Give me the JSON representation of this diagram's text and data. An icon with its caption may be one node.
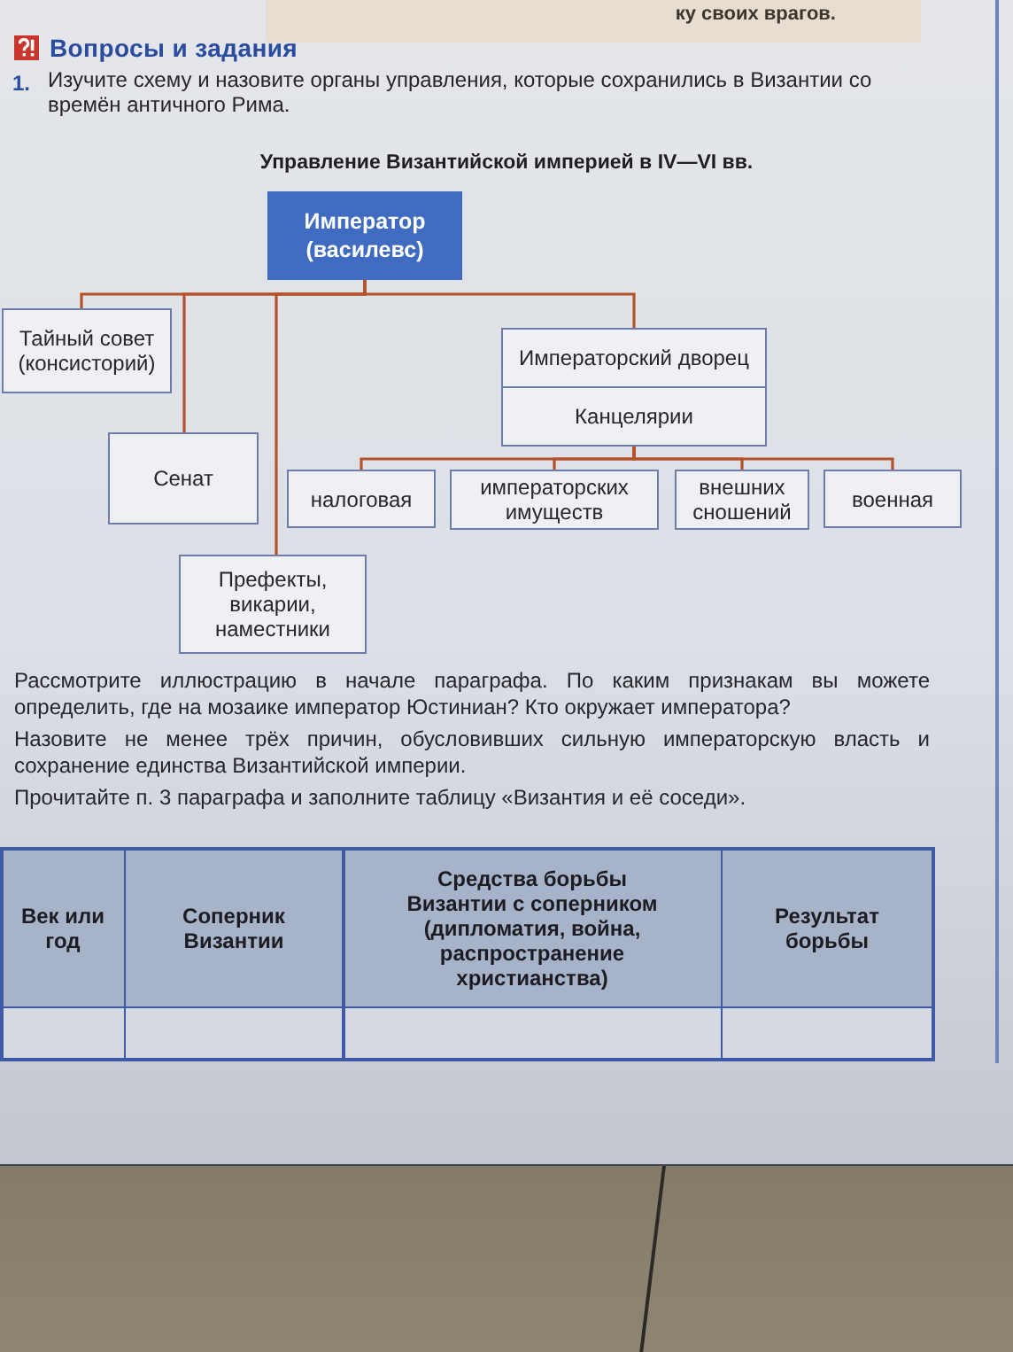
{
  "diagram": {
    "title": "Управление Византийской империей в IV—VI вв.",
    "nodes": [
      {
        "text": [
          "Император (василевс)"
        ]
      },
      {
        "text": [
          "Тайный совет (консисторий)"
        ]
      },
      {
        "text": [
          "Сенат"
        ]
      },
      {
        "text": [
          "Префекты, викарии, наместники"
        ]
      },
      {
        "text": [
          "Императорский дворец",
          "Канцелярии"
        ]
      },
      {
        "text": [
          "налоговая"
        ]
      },
      {
        "text": [
          "императорских имуществ"
        ]
      },
      {
        "text": [
          "внешних сношений"
        ]
      },
      {
        "text": [
          "военная"
        ]
      }
    ],
    "edges": [
      {
        "from": 0,
        "to": 1,
        "arrow": "none"
      },
      {
        "from": 0,
        "to": 2,
        "arrow": "none"
      },
      {
        "from": 0,
        "to": 3,
        "arrow": "none"
      },
      {
        "from": 0,
        "to": 4,
        "arrow": "none"
      },
      {
        "from": 4,
        "to": 5,
        "arrow": "none"
      },
      {
        "from": 4,
        "to": 6,
        "arrow": "none"
      },
      {
        "from": 4,
        "to": 7,
        "arrow": "none"
      },
      {
        "from": 4,
        "to": 8,
        "arrow": "none"
      }
    ],
    "labels": [
      "ку своих врагов.",
      "Вопросы и задания",
      "1.",
      "Изучите схему и назовите органы управления, которые сохранились в Византии со времён античного Рима.",
      "Рассмотрите иллюстрацию в начале параграфа. По каким признакам вы можете определить, где на мозаике император Юстиниан? Кто окружает императора?",
      "Назовите не менее трёх причин, обусловивших сильную императорскую власть и сохранение единства Византийской империи.",
      "Прочитайте п. 3 параграфа и заполните таблицу «Византия и её соседи».",
      "Век или год",
      "Соперник Византии",
      "Средства борьбы Византии с соперником (дипломатия, война, распространение христианства)",
      "Результат борьбы"
    ]
  }
}
